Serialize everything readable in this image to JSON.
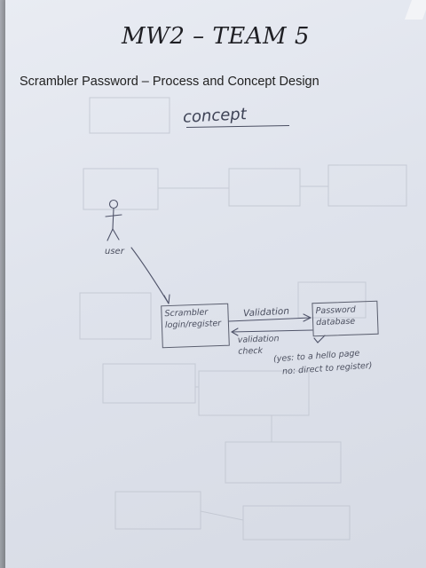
{
  "document": {
    "title": "MW2 – TEAM 5",
    "subtitle": "Scrambler Password – Process and Concept Design"
  },
  "sketch": {
    "concept_label": "concept",
    "user_label": "user",
    "scrambler_box": {
      "line1": "Scrambler",
      "line2": "login/register"
    },
    "validation_label": "Validation",
    "database_box": {
      "line1": "Password",
      "line2": "database"
    },
    "validation_check_label": {
      "line1": "validation",
      "line2": "check"
    },
    "yes_text": "(yes: to a hello page",
    "no_text": "no: direct to register)"
  },
  "colors": {
    "ink": "#4b4f5f",
    "paper": "#e4e7ee",
    "print": "#222222"
  }
}
